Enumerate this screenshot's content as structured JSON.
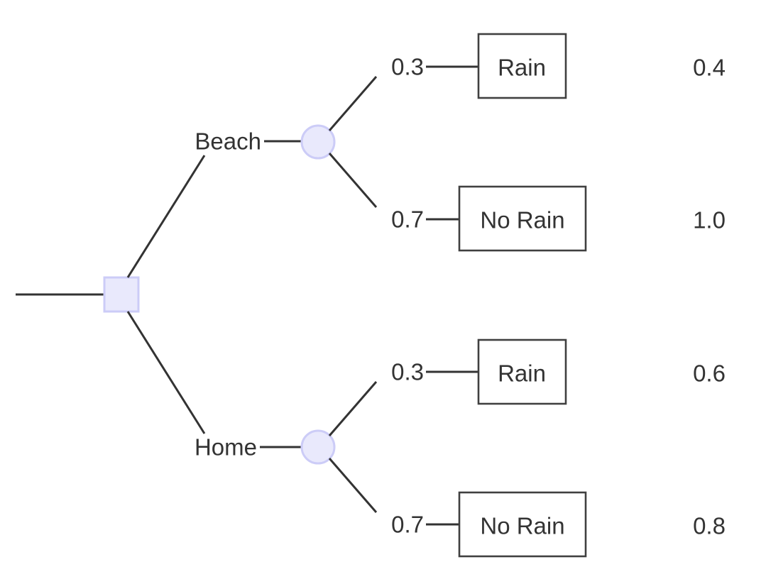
{
  "diagram": {
    "type": "decision-tree",
    "title": "",
    "colors": {
      "node_fill": "#e9e9fc",
      "node_stroke": "#ccccf7",
      "box_stroke": "#404040",
      "edge": "#333333",
      "text": "#333333",
      "background": "#ffffff"
    },
    "root": {
      "node_type": "decision",
      "label": ""
    },
    "branches": [
      {
        "choice_label": "Beach",
        "node_type": "chance",
        "outcomes": [
          {
            "probability": "0.3",
            "label": "Rain",
            "payoff": "0.4"
          },
          {
            "probability": "0.7",
            "label": "No Rain",
            "payoff": "1.0"
          }
        ]
      },
      {
        "choice_label": "Home",
        "node_type": "chance",
        "outcomes": [
          {
            "probability": "0.3",
            "label": "Rain",
            "payoff": "0.6"
          },
          {
            "probability": "0.7",
            "label": "No Rain",
            "payoff": "0.8"
          }
        ]
      }
    ]
  }
}
